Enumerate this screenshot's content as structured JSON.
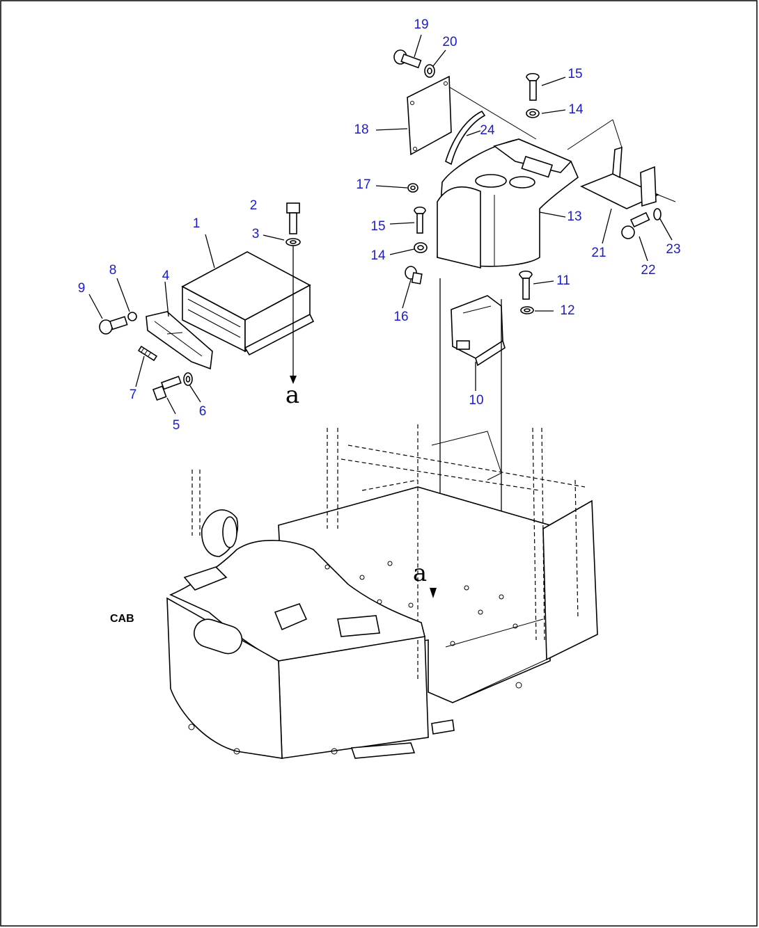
{
  "diagram": {
    "region_label": "CAB",
    "reference_letter": "a",
    "callouts": [
      {
        "id": "c1",
        "text": "1"
      },
      {
        "id": "c2",
        "text": "2"
      },
      {
        "id": "c3",
        "text": "3"
      },
      {
        "id": "c4",
        "text": "4"
      },
      {
        "id": "c5",
        "text": "5"
      },
      {
        "id": "c6",
        "text": "6"
      },
      {
        "id": "c7",
        "text": "7"
      },
      {
        "id": "c8",
        "text": "8"
      },
      {
        "id": "c9",
        "text": "9"
      },
      {
        "id": "c10",
        "text": "10"
      },
      {
        "id": "c11",
        "text": "11"
      },
      {
        "id": "c12",
        "text": "12"
      },
      {
        "id": "c13",
        "text": "13"
      },
      {
        "id": "c14a",
        "text": "14"
      },
      {
        "id": "c14b",
        "text": "14"
      },
      {
        "id": "c15a",
        "text": "15"
      },
      {
        "id": "c15b",
        "text": "15"
      },
      {
        "id": "c16",
        "text": "16"
      },
      {
        "id": "c17",
        "text": "17"
      },
      {
        "id": "c18",
        "text": "18"
      },
      {
        "id": "c19",
        "text": "19"
      },
      {
        "id": "c20",
        "text": "20"
      },
      {
        "id": "c21",
        "text": "21"
      },
      {
        "id": "c22",
        "text": "22"
      },
      {
        "id": "c23",
        "text": "23"
      },
      {
        "id": "c24",
        "text": "24"
      }
    ]
  }
}
